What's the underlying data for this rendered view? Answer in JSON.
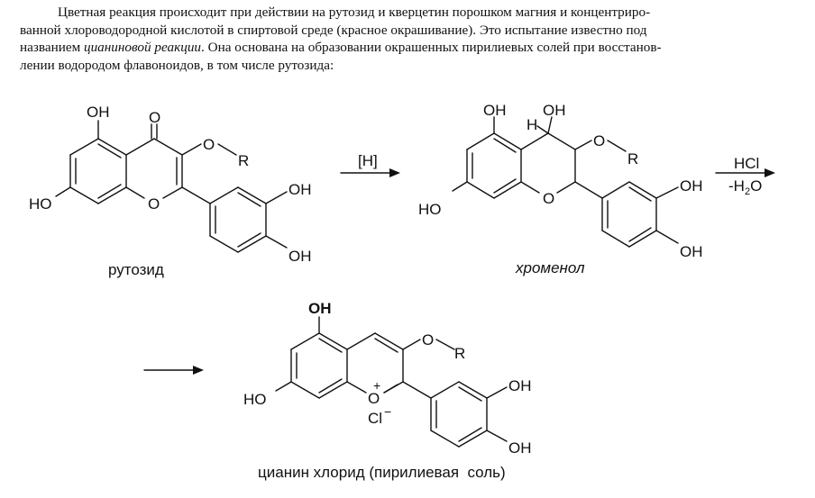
{
  "paragraph": {
    "line1": "Цветная реакция происходит при действии на рутозид и кверцетин порошком магния и концентриро-",
    "line2": "ванной хлороводородной кислотой в спиртовой среде (красное окрашивание). Это испытание известно под",
    "line3_pre": "названием ",
    "line3_em": "цианиновой реакции",
    "line3_post": ". Она основана на образовании окрашенных пирилиевых солей при восстанов-",
    "line4": "лении водородом флавоноидов, в том числе рутозида:"
  },
  "scheme": {
    "rutoside": {
      "caption": "рутозид",
      "atoms": {
        "oh_top": "OH",
        "carbonyl_o": "O",
        "ether_o": "O",
        "r": "R",
        "ring_o": "O",
        "ho_left": "HO",
        "oh_b1": "OH",
        "oh_b2": "OH"
      }
    },
    "step1_reagent": "[H]",
    "chromenol": {
      "caption": "хроменол",
      "atoms": {
        "oh_top": "OH",
        "h": "H",
        "oh_c4": "OH",
        "ether_o": "O",
        "r": "R",
        "ring_o": "O",
        "ho_left": "HO",
        "oh_b1": "OH",
        "oh_b2": "OH"
      }
    },
    "step2_reagent_top": "HCl",
    "step2_reagent_bottom": "-H",
    "step2_reagent_sub": "2",
    "step2_reagent_end": "O",
    "cyanin": {
      "caption": "цианин хлорид (пирилиевая  соль)",
      "atoms": {
        "oh_top": "OH",
        "ether_o": "O",
        "r": "R",
        "ring_o": "O",
        "plus": "+",
        "cl": "Cl",
        "minus": "−",
        "ho_left": "HO",
        "oh_b1": "OH",
        "oh_b2": "OH"
      }
    }
  }
}
